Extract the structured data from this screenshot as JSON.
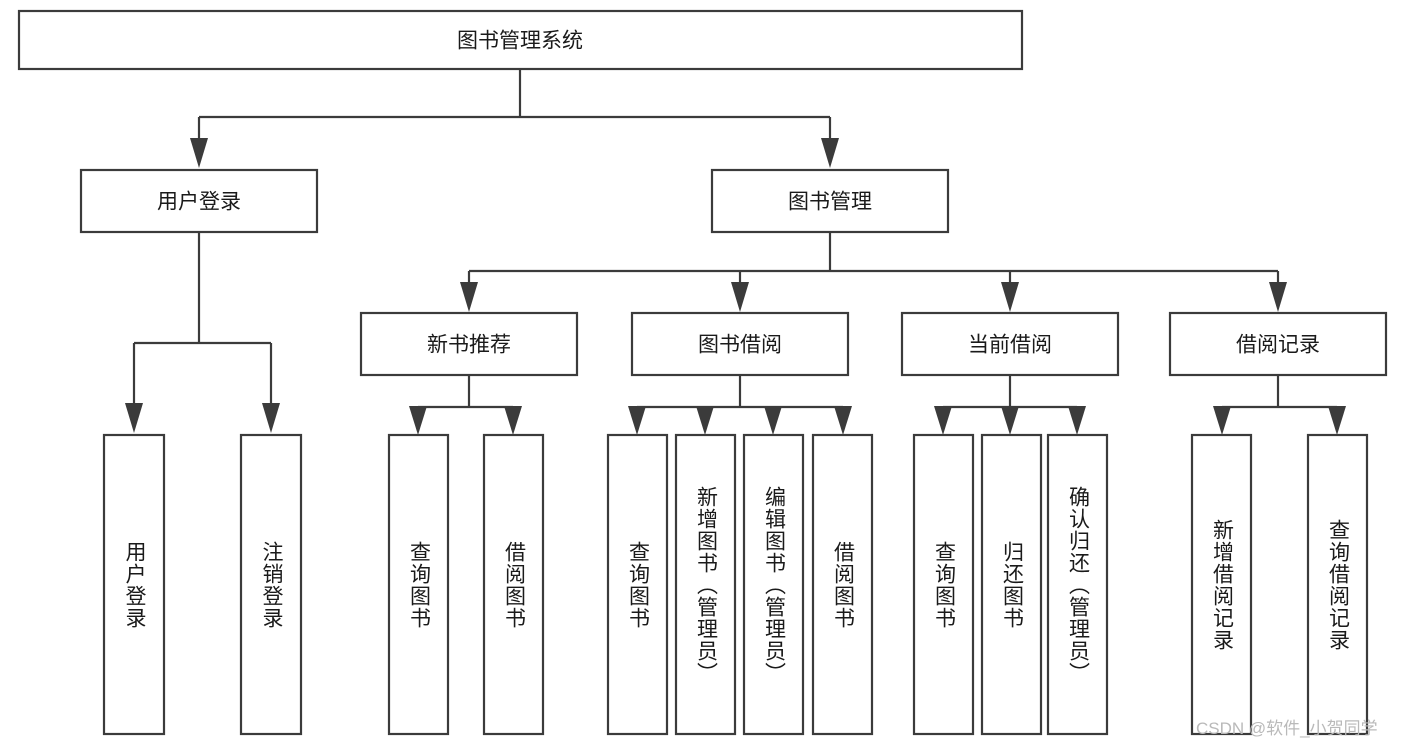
{
  "diagram": {
    "title": "图书管理系统",
    "type": "tree-hierarchy-flowchart",
    "colors": {
      "box_stroke": "#3b3b3b",
      "box_fill": "#ffffff",
      "connector": "#3b3b3b",
      "text": "#1a1a1a",
      "watermark": "#b9b9b9",
      "background": "#ffffff"
    }
  },
  "root": {
    "label": "图书管理系统"
  },
  "level2": [
    {
      "label": "用户登录"
    },
    {
      "label": "图书管理"
    }
  ],
  "level3": [
    {
      "label": "新书推荐"
    },
    {
      "label": "图书借阅"
    },
    {
      "label": "当前借阅"
    },
    {
      "label": "借阅记录"
    }
  ],
  "leaves": {
    "user_login": [
      {
        "label": "用户登录"
      },
      {
        "label": "注销登录"
      }
    ],
    "new_book_recommend": [
      {
        "label": "查询图书"
      },
      {
        "label": "借阅图书"
      }
    ],
    "book_borrow": [
      {
        "label": "查询图书"
      },
      {
        "label": "新增图书（管理员）"
      },
      {
        "label": "编辑图书（管理员）"
      },
      {
        "label": "借阅图书"
      }
    ],
    "current_borrow": [
      {
        "label": "查询图书"
      },
      {
        "label": "归还图书"
      },
      {
        "label": "确认归还（管理员）"
      }
    ],
    "borrow_record": [
      {
        "label": "新增借阅记录"
      },
      {
        "label": "查询借阅记录"
      }
    ]
  },
  "watermark": {
    "text": "CSDN @软件_小贺同学"
  }
}
